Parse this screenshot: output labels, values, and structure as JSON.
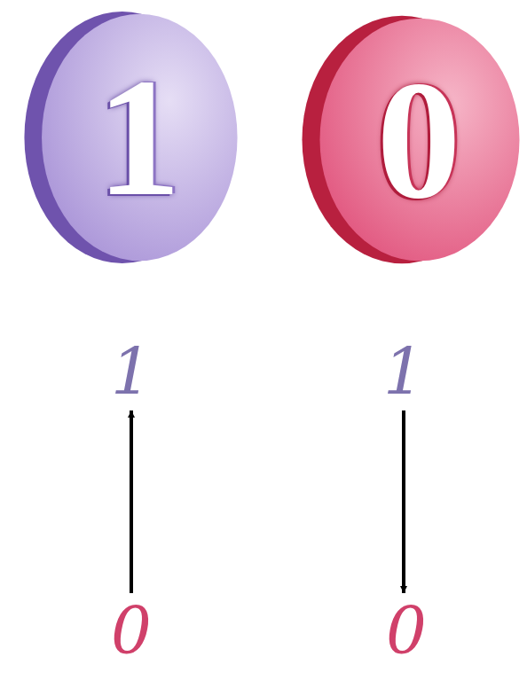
{
  "diagram": {
    "nodes": [
      {
        "text": [
          "1"
        ]
      },
      {
        "text": [
          "0"
        ]
      },
      {
        "text": [
          "1"
        ]
      },
      {
        "text": [
          "1"
        ]
      },
      {
        "text": [
          "0"
        ]
      },
      {
        "text": [
          "0"
        ]
      }
    ],
    "edges": [
      {
        "from": 4,
        "to": 2,
        "arrow": "to"
      },
      {
        "from": 3,
        "to": 5,
        "arrow": "to"
      }
    ]
  }
}
